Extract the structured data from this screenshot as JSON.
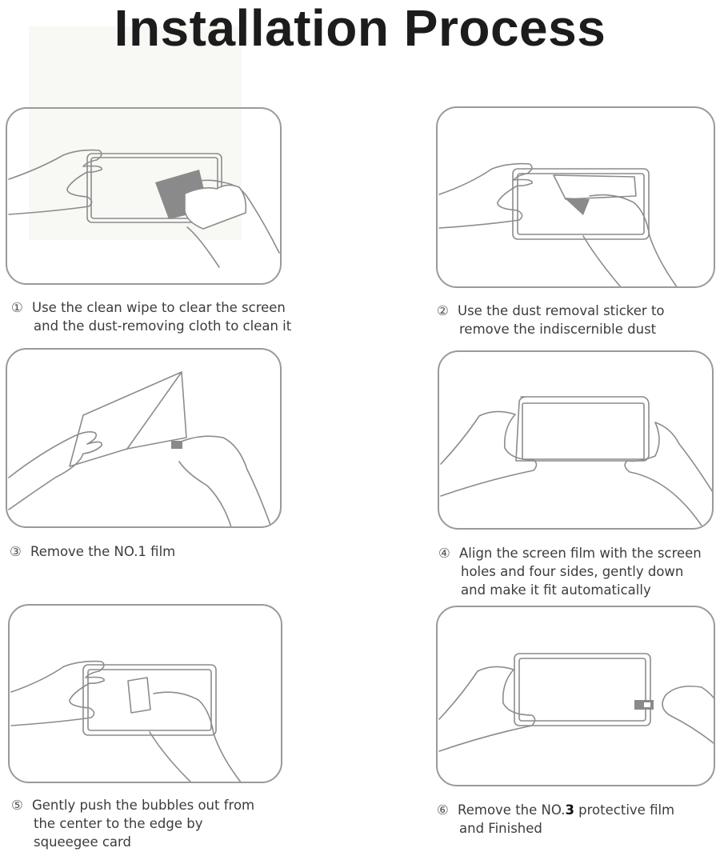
{
  "title": "Installation Process",
  "steps": [
    {
      "number": "①",
      "lines": [
        "Use the clean wipe to clear the screen",
        "and the dust-removing cloth to clean it"
      ],
      "illustration": "hand-wiping-tablet-with-cloth"
    },
    {
      "number": "②",
      "lines": [
        "Use the dust removal sticker to",
        "remove the indiscernible dust"
      ],
      "illustration": "hand-applying-dust-sticker"
    },
    {
      "number": "③",
      "lines": [
        "Remove the NO.1 film"
      ],
      "illustration": "hands-peeling-film"
    },
    {
      "number": "④",
      "lines": [
        "Align the screen film with the screen",
        "holes and four sides, gently down",
        "and make it fit automatically"
      ],
      "illustration": "hands-aligning-screen-film"
    },
    {
      "number": "⑤",
      "lines": [
        "Gently push the bubbles out from",
        "the center to the edge by",
        "squeegee card"
      ],
      "illustration": "hand-squeegee-card"
    },
    {
      "number": "⑥",
      "line1_pre": "Remove the NO.",
      "line1_bold": "3",
      "line1_post": " protective film",
      "line2": "and Finished",
      "illustration": "hands-removing-protective-film"
    }
  ],
  "colors": {
    "title": "#1c1c1c",
    "caption": "#3c3c3c",
    "panel_border": "#9a9a9a",
    "line_art": "#8c8c8c",
    "fill_gray": "#8a8a8a"
  }
}
